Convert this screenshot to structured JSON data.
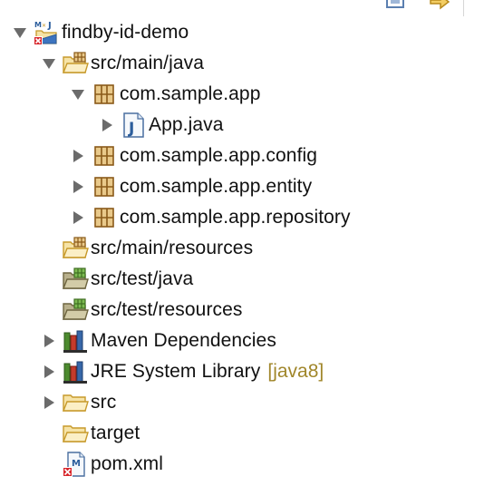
{
  "explorer": {
    "root": {
      "label": "findby-id-demo",
      "expanded": true,
      "children": [
        {
          "label": "src/main/java",
          "expanded": true,
          "children": [
            {
              "label": "com.sample.app",
              "expanded": true,
              "children": [
                {
                  "label": "App.java",
                  "expanded": false
                }
              ]
            },
            {
              "label": "com.sample.app.config",
              "expanded": false
            },
            {
              "label": "com.sample.app.entity",
              "expanded": false
            },
            {
              "label": "com.sample.app.repository",
              "expanded": false
            }
          ]
        },
        {
          "label": "src/main/resources"
        },
        {
          "label": "src/test/java"
        },
        {
          "label": "src/test/resources"
        },
        {
          "label": "Maven Dependencies",
          "expanded": false
        },
        {
          "label": "JRE System Library",
          "decoration": "[java8]",
          "expanded": false
        },
        {
          "label": "src",
          "expanded": false
        },
        {
          "label": "target"
        },
        {
          "label": "pom.xml"
        }
      ]
    }
  },
  "colors": {
    "text": "#111111",
    "decoration": "#a0862a",
    "twisty": "#6b6b6b",
    "folder_fill": "#f6e3a6",
    "folder_stroke": "#c79a2b",
    "package_fill": "#e9c98a",
    "package_stroke": "#8a5a19",
    "java_blue": "#2b5d9c",
    "error_red": "#d8262c",
    "library_green": "#4d8b2f",
    "library_red": "#c43b2b",
    "library_blue": "#3767a8"
  }
}
